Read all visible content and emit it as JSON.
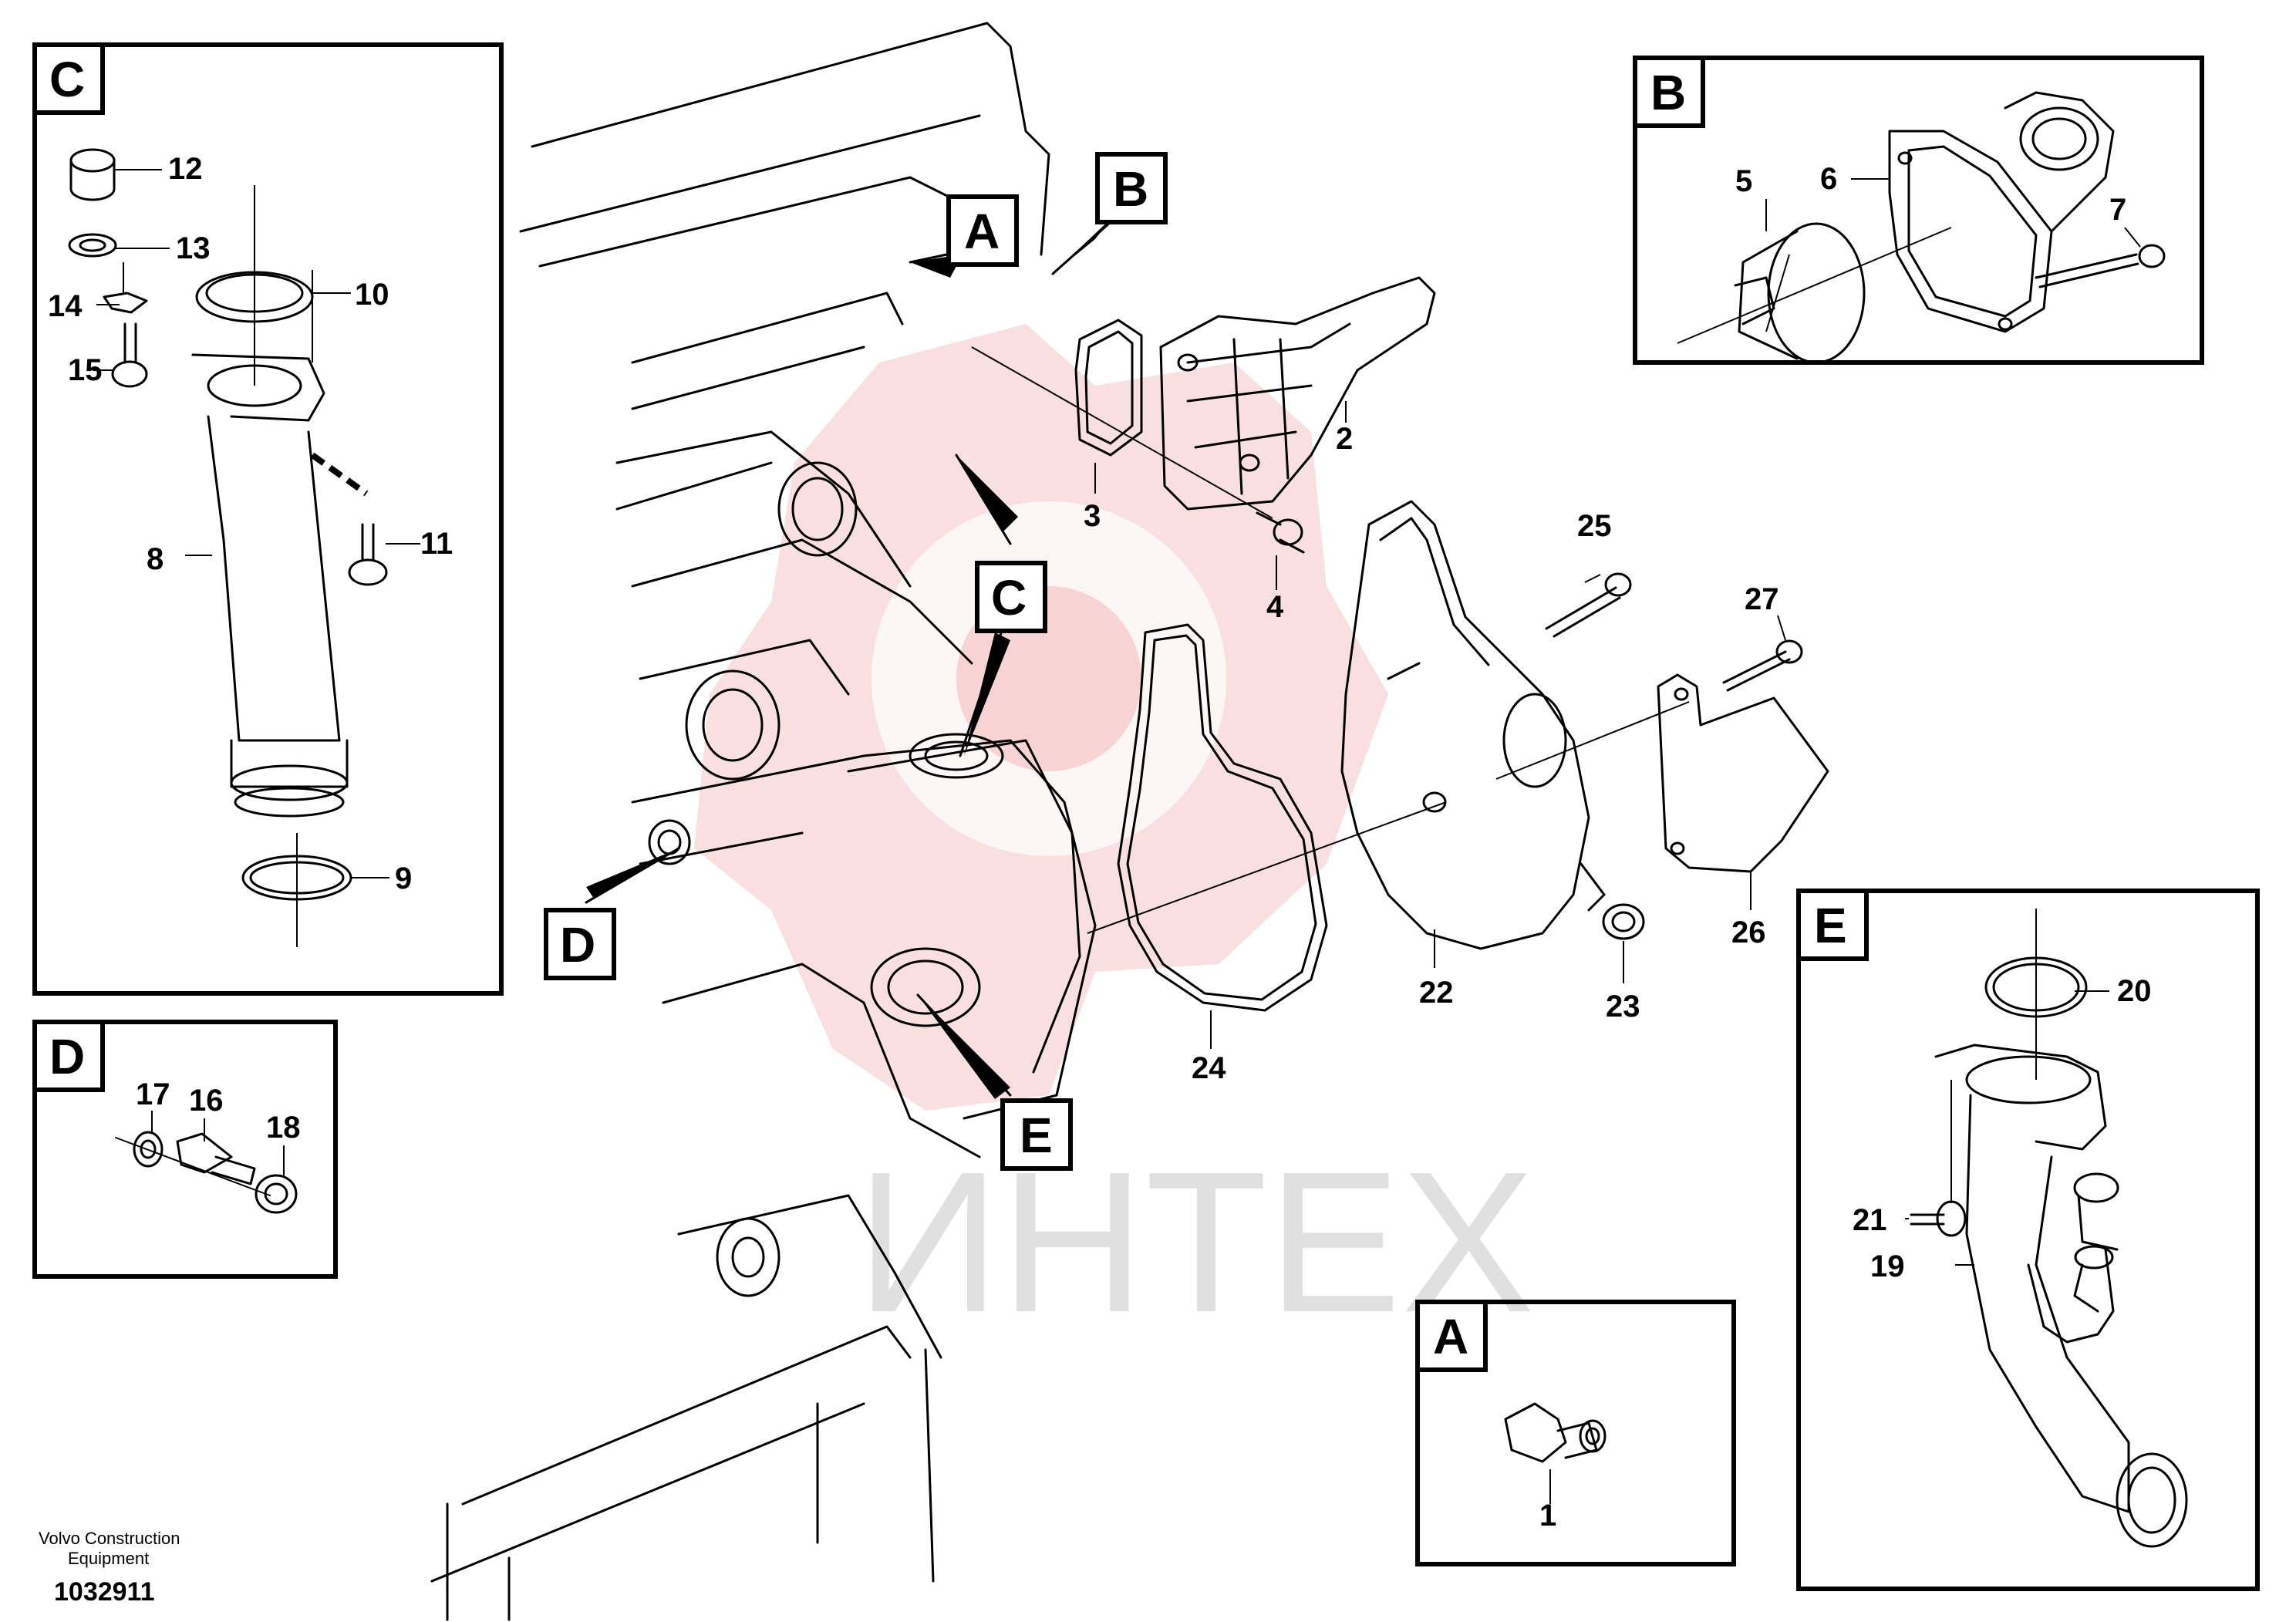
{
  "detail_tags": {
    "A": "A",
    "B": "B",
    "C": "C",
    "D": "D",
    "E": "E"
  },
  "callouts": {
    "p1": "1",
    "p2": "2",
    "p3": "3",
    "p4": "4",
    "p5": "5",
    "p6": "6",
    "p7": "7",
    "p8": "8",
    "p9": "9",
    "p10": "10",
    "p11": "11",
    "p12": "12",
    "p13": "13",
    "p14": "14",
    "p15": "15",
    "p16": "16",
    "p17": "17",
    "p18": "18",
    "p19": "19",
    "p20": "20",
    "p21": "21",
    "p22": "22",
    "p23": "23",
    "p24": "24",
    "p25": "25",
    "p26": "26",
    "p27": "27"
  },
  "watermark": "ИНТЕХ",
  "footer": {
    "brand_line1": "Volvo Construction",
    "brand_line2": "Equipment",
    "drawing_number": "1032911"
  },
  "colors": {
    "ink": "#000000",
    "watermark_red": "#f3b9b9",
    "watermark_gray": "#d9d9d9"
  }
}
